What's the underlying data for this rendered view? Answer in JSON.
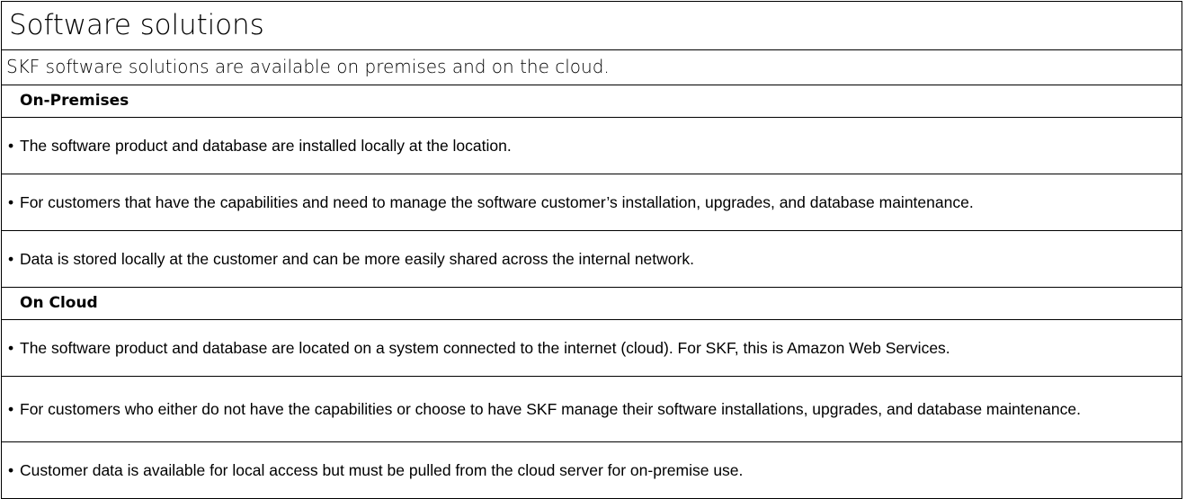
{
  "document": {
    "title": "Software solutions",
    "subtitle": "SKF software solutions are available on premises and on the cloud.",
    "bullet_glyph": "•",
    "sections": [
      {
        "heading": "On-Premises",
        "bullets": [
          "The software product and database are installed locally at the location.",
          "For customers that have the capabilities and need to manage the software customer’s installation, upgrades, and database maintenance.",
          "Data is stored locally at the customer and can be more easily shared across the internal network."
        ]
      },
      {
        "heading": "On Cloud",
        "bullets": [
          "The software product and database are located on a system connected to the internet (cloud). For SKF, this is Amazon Web Services.",
          "For customers who either do not have the capabilities or choose to have SKF manage their software installations, upgrades, and database maintenance.",
          "Customer data is available for local access but must be pulled from the cloud server for on-premise use."
        ]
      }
    ],
    "colors": {
      "text": "#000000",
      "border": "#000000",
      "background": "#ffffff"
    }
  }
}
